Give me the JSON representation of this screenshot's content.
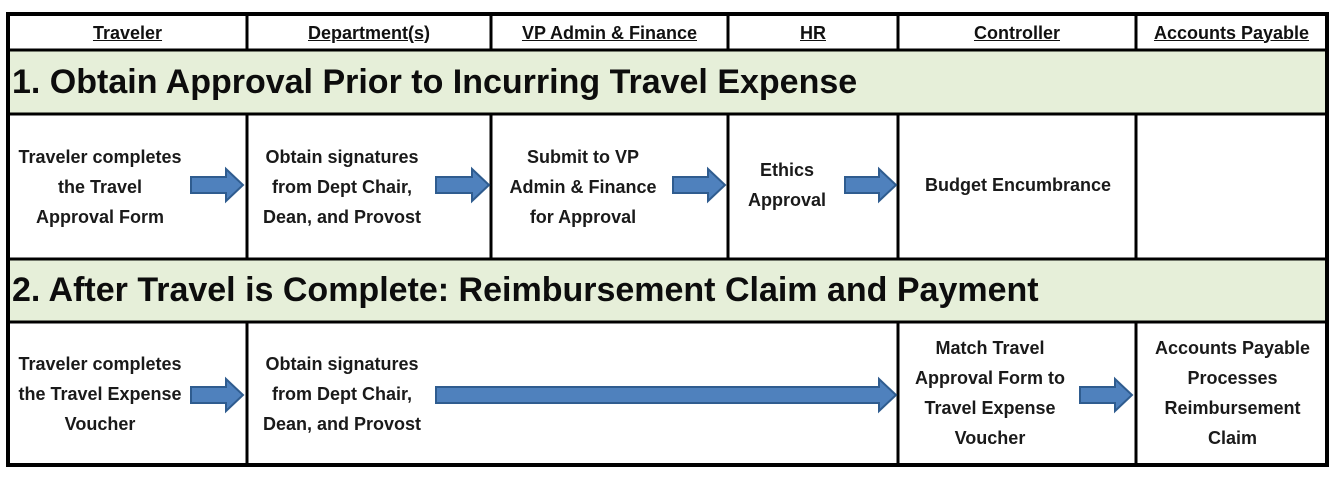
{
  "colors": {
    "border": "#000000",
    "section_bg": "#e6efd9",
    "arrow_fill": "#4f81bd",
    "arrow_stroke": "#2f5c8f"
  },
  "columns": [
    "Traveler",
    "Department(s)",
    "VP Admin & Finance",
    "HR",
    "Controller",
    "Accounts Payable"
  ],
  "section1": {
    "title": "1. Obtain Approval Prior to Incurring Travel Expense",
    "cells": [
      "Traveler completes\nthe Travel\nApproval Form",
      "Obtain signatures\nfrom Dept Chair,\nDean, and Provost",
      "Submit to VP\nAdmin & Finance\nfor Approval",
      "Ethics\nApproval",
      "Budget Encumbrance",
      ""
    ]
  },
  "section2": {
    "title": "2. After Travel is Complete: Reimbursement Claim and Payment",
    "cells": [
      "Traveler completes\nthe Travel Expense\nVoucher",
      "Obtain signatures\nfrom Dept Chair,\nDean, and Provost",
      "",
      "",
      "Match Travel\nApproval Form to\nTravel Expense\nVoucher",
      "Accounts Payable\nProcesses\nReimbursement\nClaim"
    ]
  }
}
